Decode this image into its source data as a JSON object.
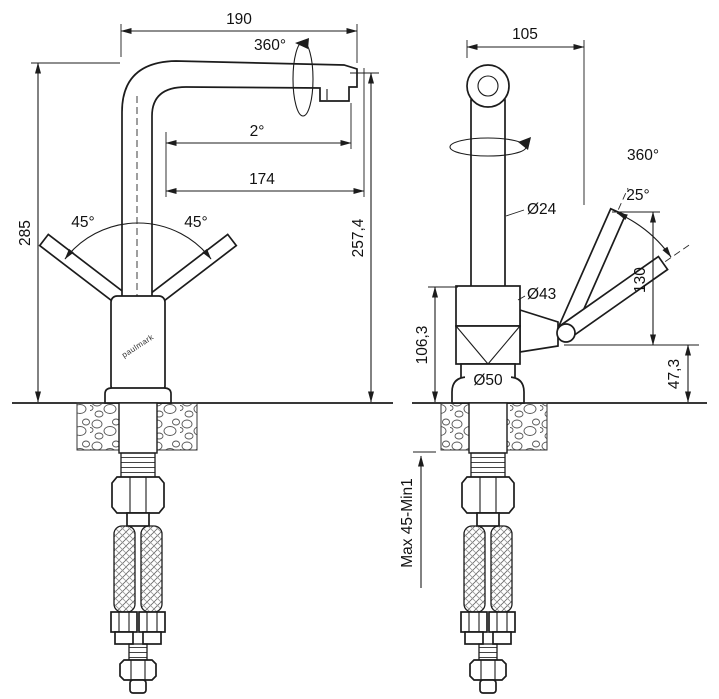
{
  "page": {
    "background": "#ffffff",
    "line_color": "#1c1c1c"
  },
  "brand": "paulmark",
  "side_view": {
    "spout_reach": "190",
    "rotation": "360°",
    "spout_angle": "2°",
    "aerator_reach": "174",
    "height_total": "285",
    "height_spout": "257,4",
    "handle_swing_left": "45°",
    "handle_swing_right": "45°"
  },
  "front_view": {
    "top_offset": "105",
    "rotation": "360°",
    "handle_angle": "25°",
    "spout_diameter": "Ø24",
    "body_diameter": "Ø43",
    "base_diameter": "Ø50",
    "body_height": "106,3",
    "handle_length": "130",
    "handle_drop": "47,3",
    "mounting_thickness": "Max 45-Min1"
  }
}
